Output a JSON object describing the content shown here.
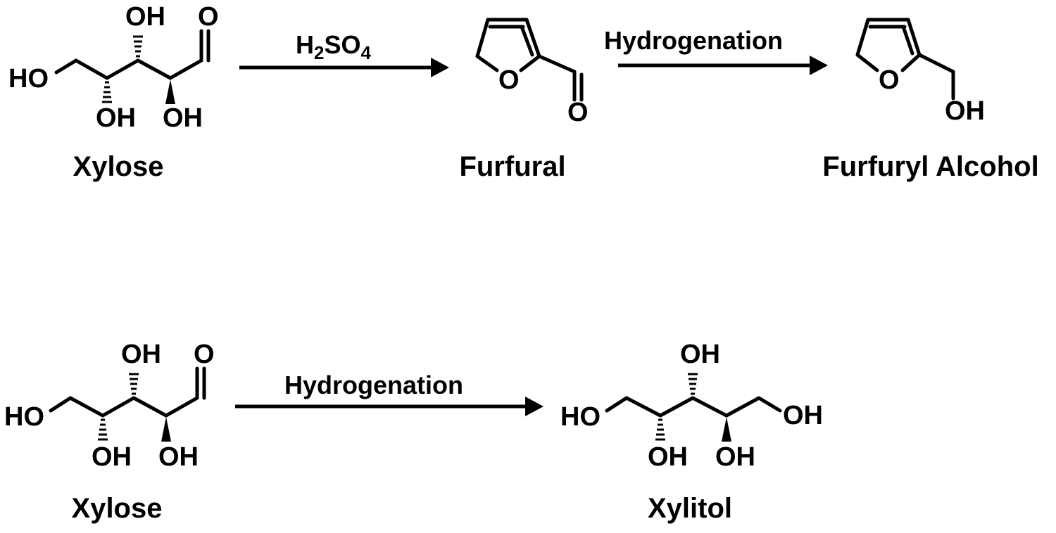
{
  "reactions": [
    {
      "steps": [
        {
          "condition": {
            "main": "H",
            "sub1": "2",
            "mid": "SO",
            "sub2": "4"
          }
        },
        {
          "condition": {
            "text": "Hydrogenation"
          }
        }
      ],
      "compounds": [
        "Xylose",
        "Furfural",
        "Furfuryl Alcohol"
      ]
    },
    {
      "steps": [
        {
          "condition": {
            "text": "Hydrogenation"
          }
        }
      ],
      "compounds": [
        "Xylose",
        "Xylitol"
      ]
    }
  ],
  "atoms": {
    "ho": "HO",
    "oh": "OH",
    "o": "O"
  }
}
